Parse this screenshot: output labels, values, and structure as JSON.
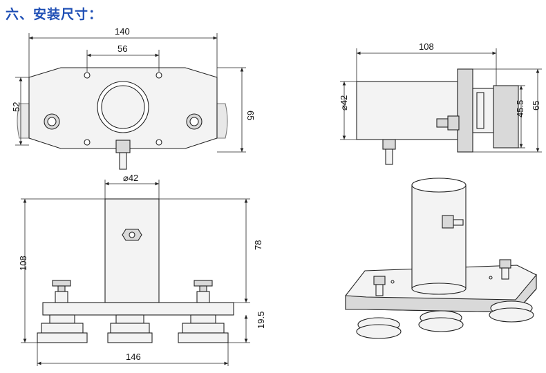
{
  "heading": "六、安装尺寸：",
  "dims": {
    "top_width": "140",
    "hole_spacing": "56",
    "height_left": "52",
    "height_right": "65",
    "side_length": "108",
    "side_diameter": "⌀42",
    "side_inner": "45.5",
    "side_height": "65",
    "front_diameter": "⌀42",
    "front_column": "78",
    "front_total": "108",
    "front_wheel": "19.5",
    "front_width": "146"
  },
  "colors": {
    "heading": "#1f4fb5",
    "line": "#222222",
    "fill": "#f3f3f3"
  }
}
